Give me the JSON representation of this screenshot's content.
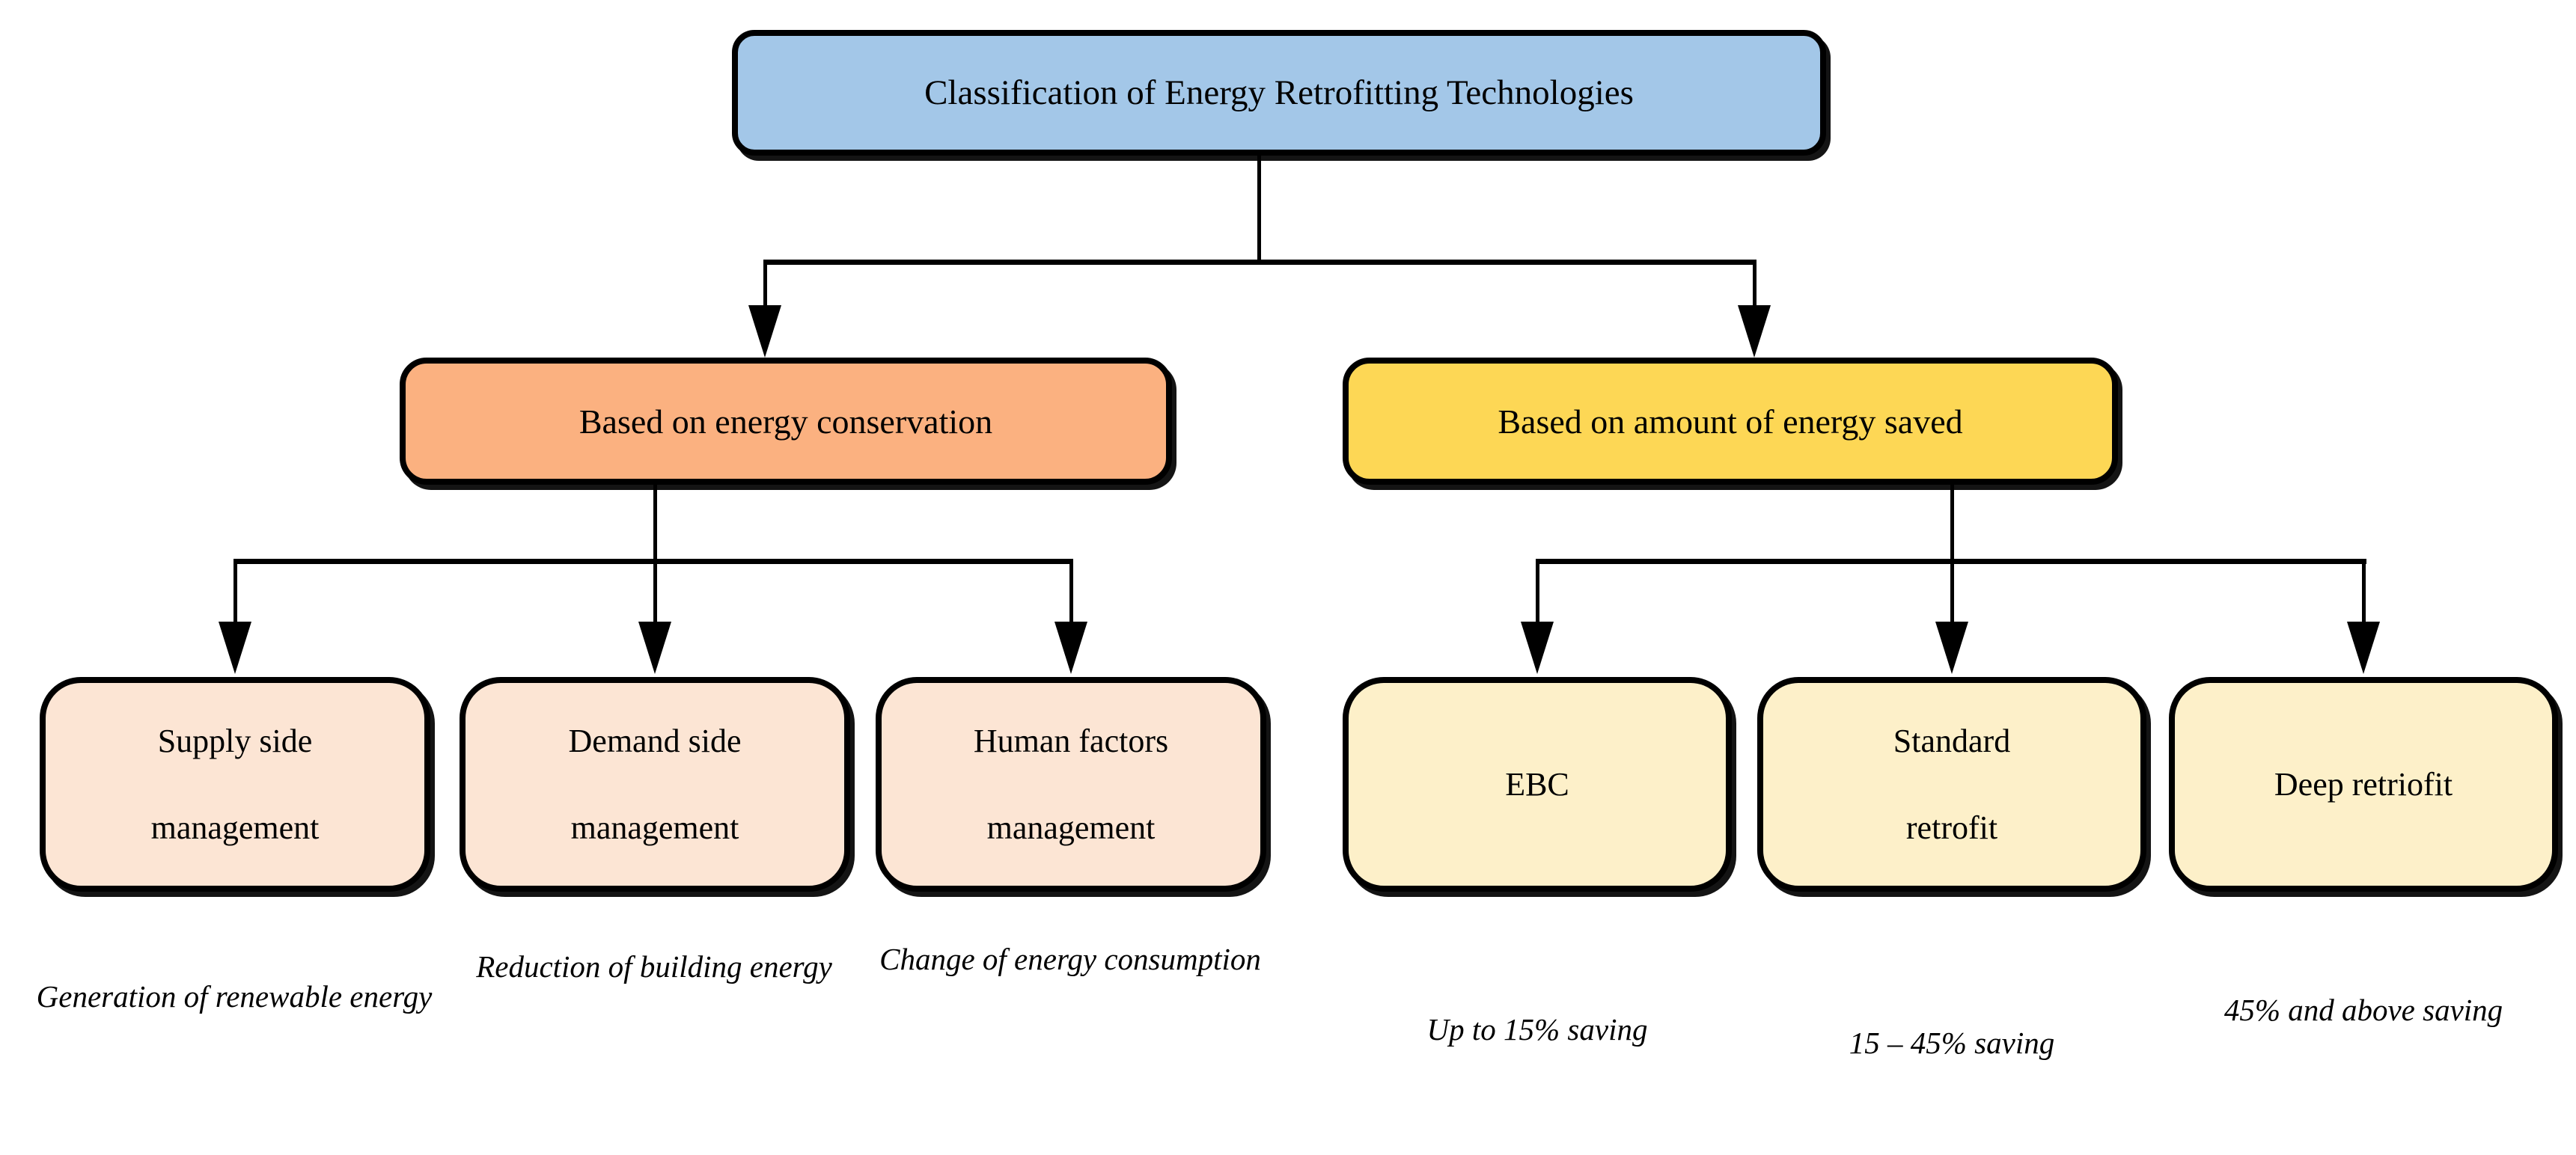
{
  "figure": {
    "type": "flowchart",
    "background": "#ffffff",
    "colors": {
      "line": "#000000",
      "text": "#000000",
      "root_fill": "#A3C7E8",
      "conservation_fill": "#FBB180",
      "savings_fill": "#FDD755",
      "conservation_child_fill": "#FCE5D4",
      "savings_child_fill": "#FDF0C9"
    },
    "root": {
      "label": "Classification of Energy Retrofitting Technologies"
    },
    "branches": [
      {
        "label": "Based on energy conservation",
        "fill": "#FBB180",
        "children": [
          {
            "lines": [
              "Supply side",
              "management"
            ],
            "fill": "#FCE5D4",
            "caption": [
              "Generation of",
              "renewable energy"
            ]
          },
          {
            "lines": [
              "Demand side",
              "management"
            ],
            "fill": "#FCE5D4",
            "caption": [
              "Reduction of",
              "building energy"
            ]
          },
          {
            "lines": [
              "Human factors",
              "management"
            ],
            "fill": "#FCE5D4",
            "caption": [
              "Change of energy",
              "consumption"
            ]
          }
        ]
      },
      {
        "label": "Based on amount of energy saved",
        "fill": "#FDD755",
        "children": [
          {
            "lines": [
              "EBC"
            ],
            "fill": "#FDF0C9",
            "caption": [
              "Up to 15% saving"
            ]
          },
          {
            "lines": [
              "Standard",
              "retrofit"
            ],
            "fill": "#FDF0C9",
            "caption": [
              "15 – 45% saving"
            ]
          },
          {
            "lines": [
              "Deep retriofit"
            ],
            "fill": "#FDF0C9",
            "caption": [
              "45% and above",
              "saving"
            ]
          }
        ]
      }
    ]
  }
}
